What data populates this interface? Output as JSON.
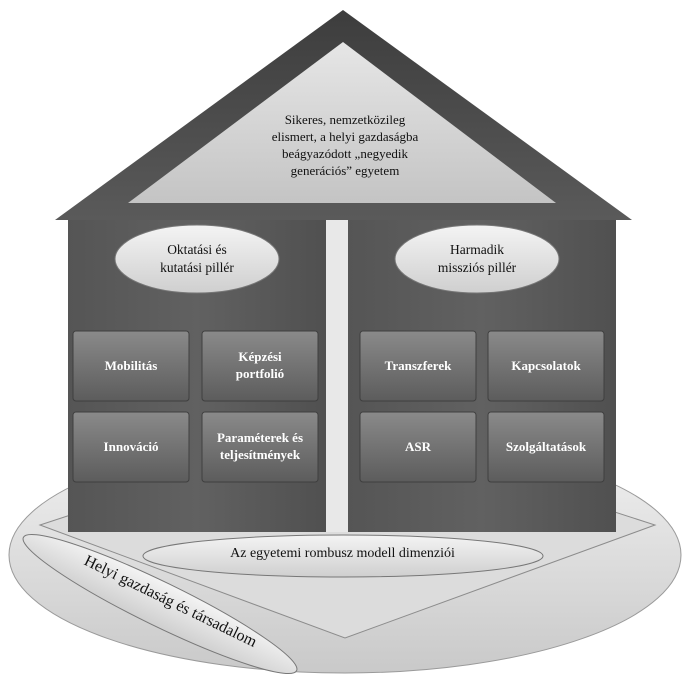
{
  "roof": {
    "line1": "Sikeres, nemzetközileg",
    "line2": "elismert, a helyi gazdaságba",
    "line3": "beágyazódott „negyedik",
    "line4": "generációs” egyetem"
  },
  "pillars": {
    "left": {
      "title_line1": "Oktatási és",
      "title_line2": "kutatási pillér",
      "boxes": [
        {
          "line1": "Mobilitás",
          "line2": ""
        },
        {
          "line1": "Képzési",
          "line2": "portfolió"
        },
        {
          "line1": "Innováció",
          "line2": ""
        },
        {
          "line1": "Paraméterek és",
          "line2": "teljesítmények"
        }
      ]
    },
    "right": {
      "title_line1": "Harmadik",
      "title_line2": "missziós pillér",
      "boxes": [
        {
          "line1": "Transzferek",
          "line2": ""
        },
        {
          "line1": "Kapcsolatok",
          "line2": ""
        },
        {
          "line1": "ASR",
          "line2": ""
        },
        {
          "line1": "Szolgáltatások",
          "line2": ""
        }
      ]
    }
  },
  "base_label": "Az egyetemi rombusz modell dimenziói",
  "ring_label": "Helyi gazdaság és társadalom",
  "colors": {
    "roof_dark": "#4a4a4a",
    "roof_light": "#d6d6d6",
    "wall": "#5a5a5a",
    "box": "#6e6e6e",
    "oval": "#e4e4e4",
    "ground": "#e8e8e8"
  }
}
